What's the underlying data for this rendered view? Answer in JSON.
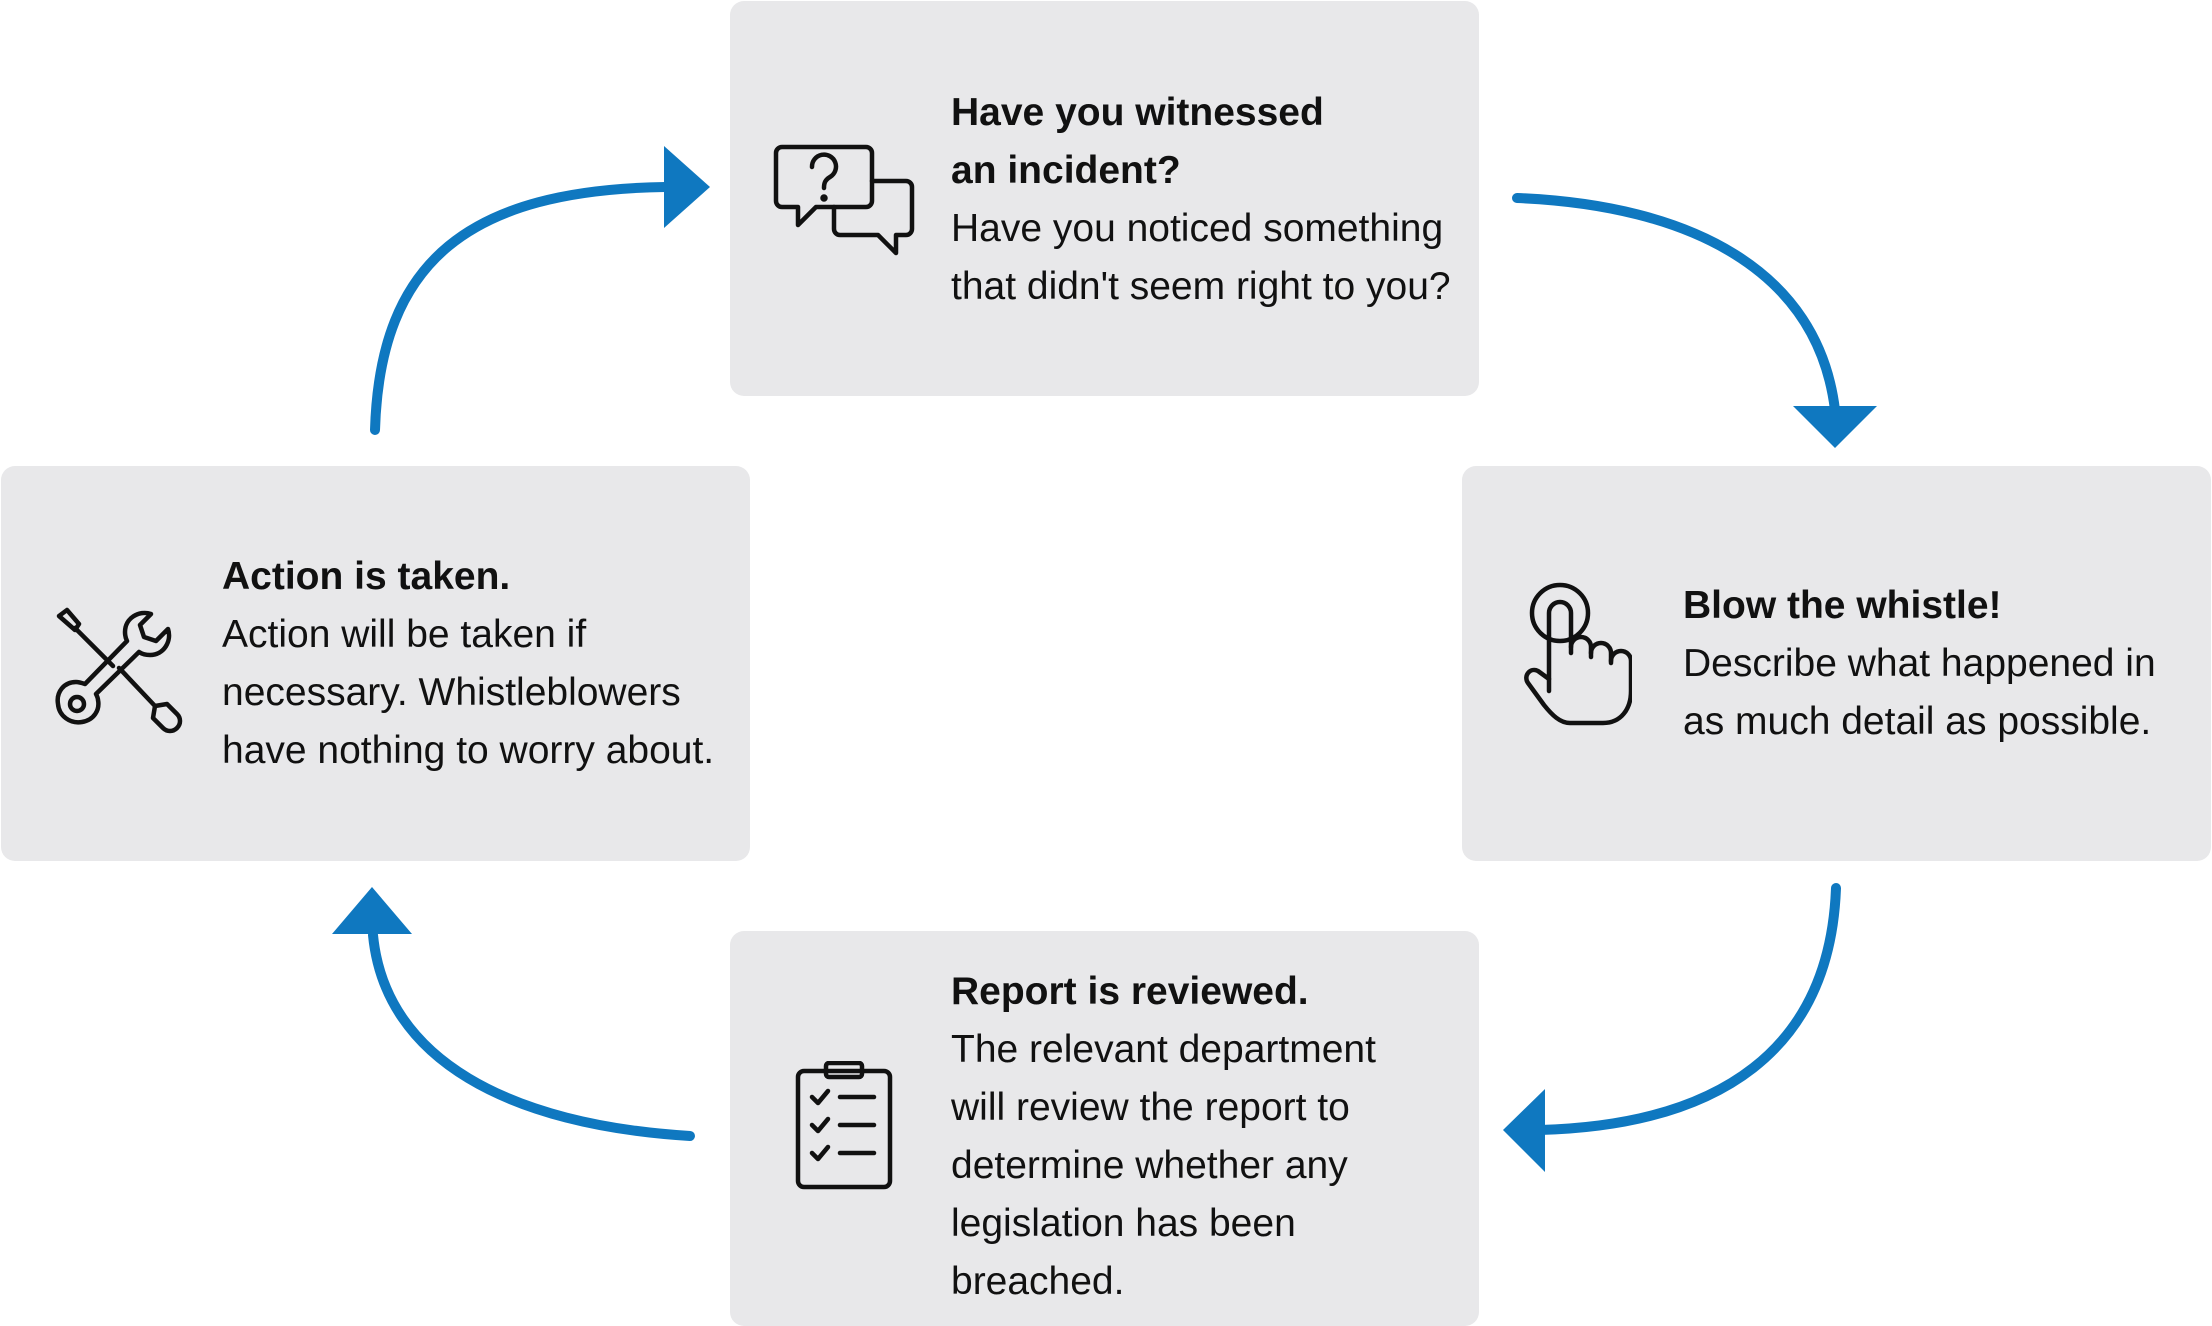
{
  "steps": {
    "witness": {
      "title": "Have you witnessed\nan incident?",
      "body": "Have you noticed something\nthat didn't seem right to you?",
      "icon": "speech-bubbles-question-icon"
    },
    "blow": {
      "title": "Blow the whistle!",
      "body": "Describe what happened in\nas much detail as possible.",
      "icon": "pointing-hand-icon"
    },
    "review": {
      "title": "Report is reviewed.",
      "body": "The relevant department\nwill review the report to\ndetermine whether any\nlegislation has been\nbreached.",
      "icon": "checklist-clipboard-icon"
    },
    "action": {
      "title": "Action is taken.",
      "body": "Action will be taken if\nnecessary.  Whistleblowers\nhave nothing to worry about.",
      "icon": "wrench-screwdriver-icon"
    }
  },
  "colors": {
    "box": "#e8e8ea",
    "arrow": "#0f78c0",
    "icon": "#111111"
  }
}
